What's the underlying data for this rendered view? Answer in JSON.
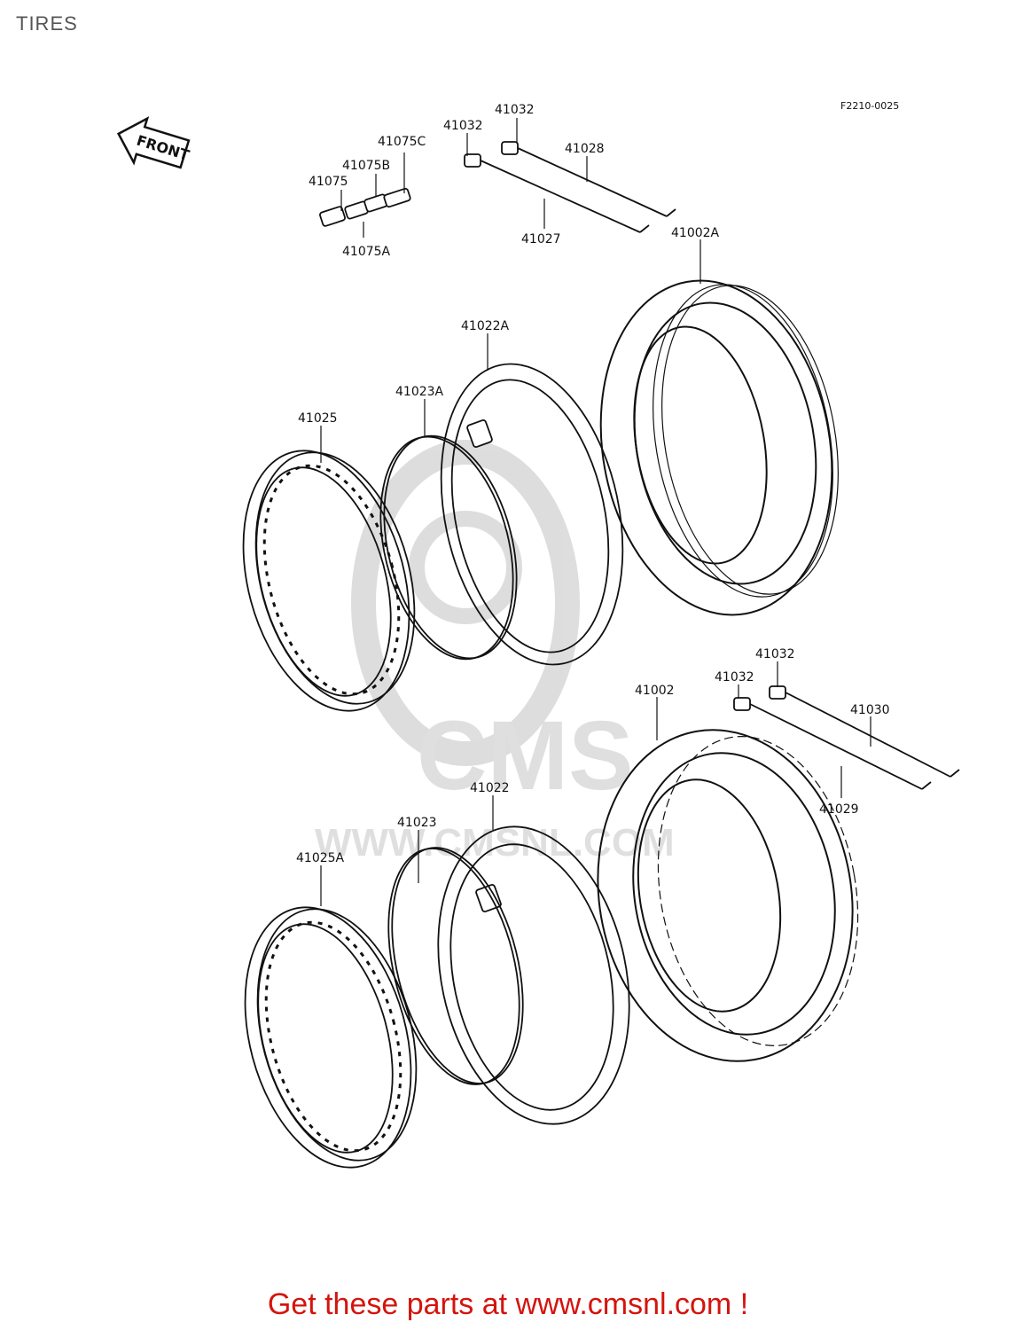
{
  "title": "TIRES",
  "figure_code": "F2210-0025",
  "front_arrow": "FRONT",
  "watermark": {
    "logo_text": "CMS",
    "url": "WWW.CMSNL.COM"
  },
  "footer": {
    "text": "Get these parts at www.cmsnl.com !",
    "color": "#d4140d"
  },
  "parts": {
    "p41032_a": "41032",
    "p41032_b": "41032",
    "p41028": "41028",
    "p41027": "41027",
    "p41075c": "41075C",
    "p41075b": "41075B",
    "p41075": "41075",
    "p41075a": "41075A",
    "p41002a": "41002A",
    "p41022a": "41022A",
    "p41023a": "41023A",
    "p41025": "41025",
    "p41032_c": "41032",
    "p41032_d": "41032",
    "p41030": "41030",
    "p41029": "41029",
    "p41002": "41002",
    "p41022": "41022",
    "p41023": "41023",
    "p41025a": "41025A"
  }
}
